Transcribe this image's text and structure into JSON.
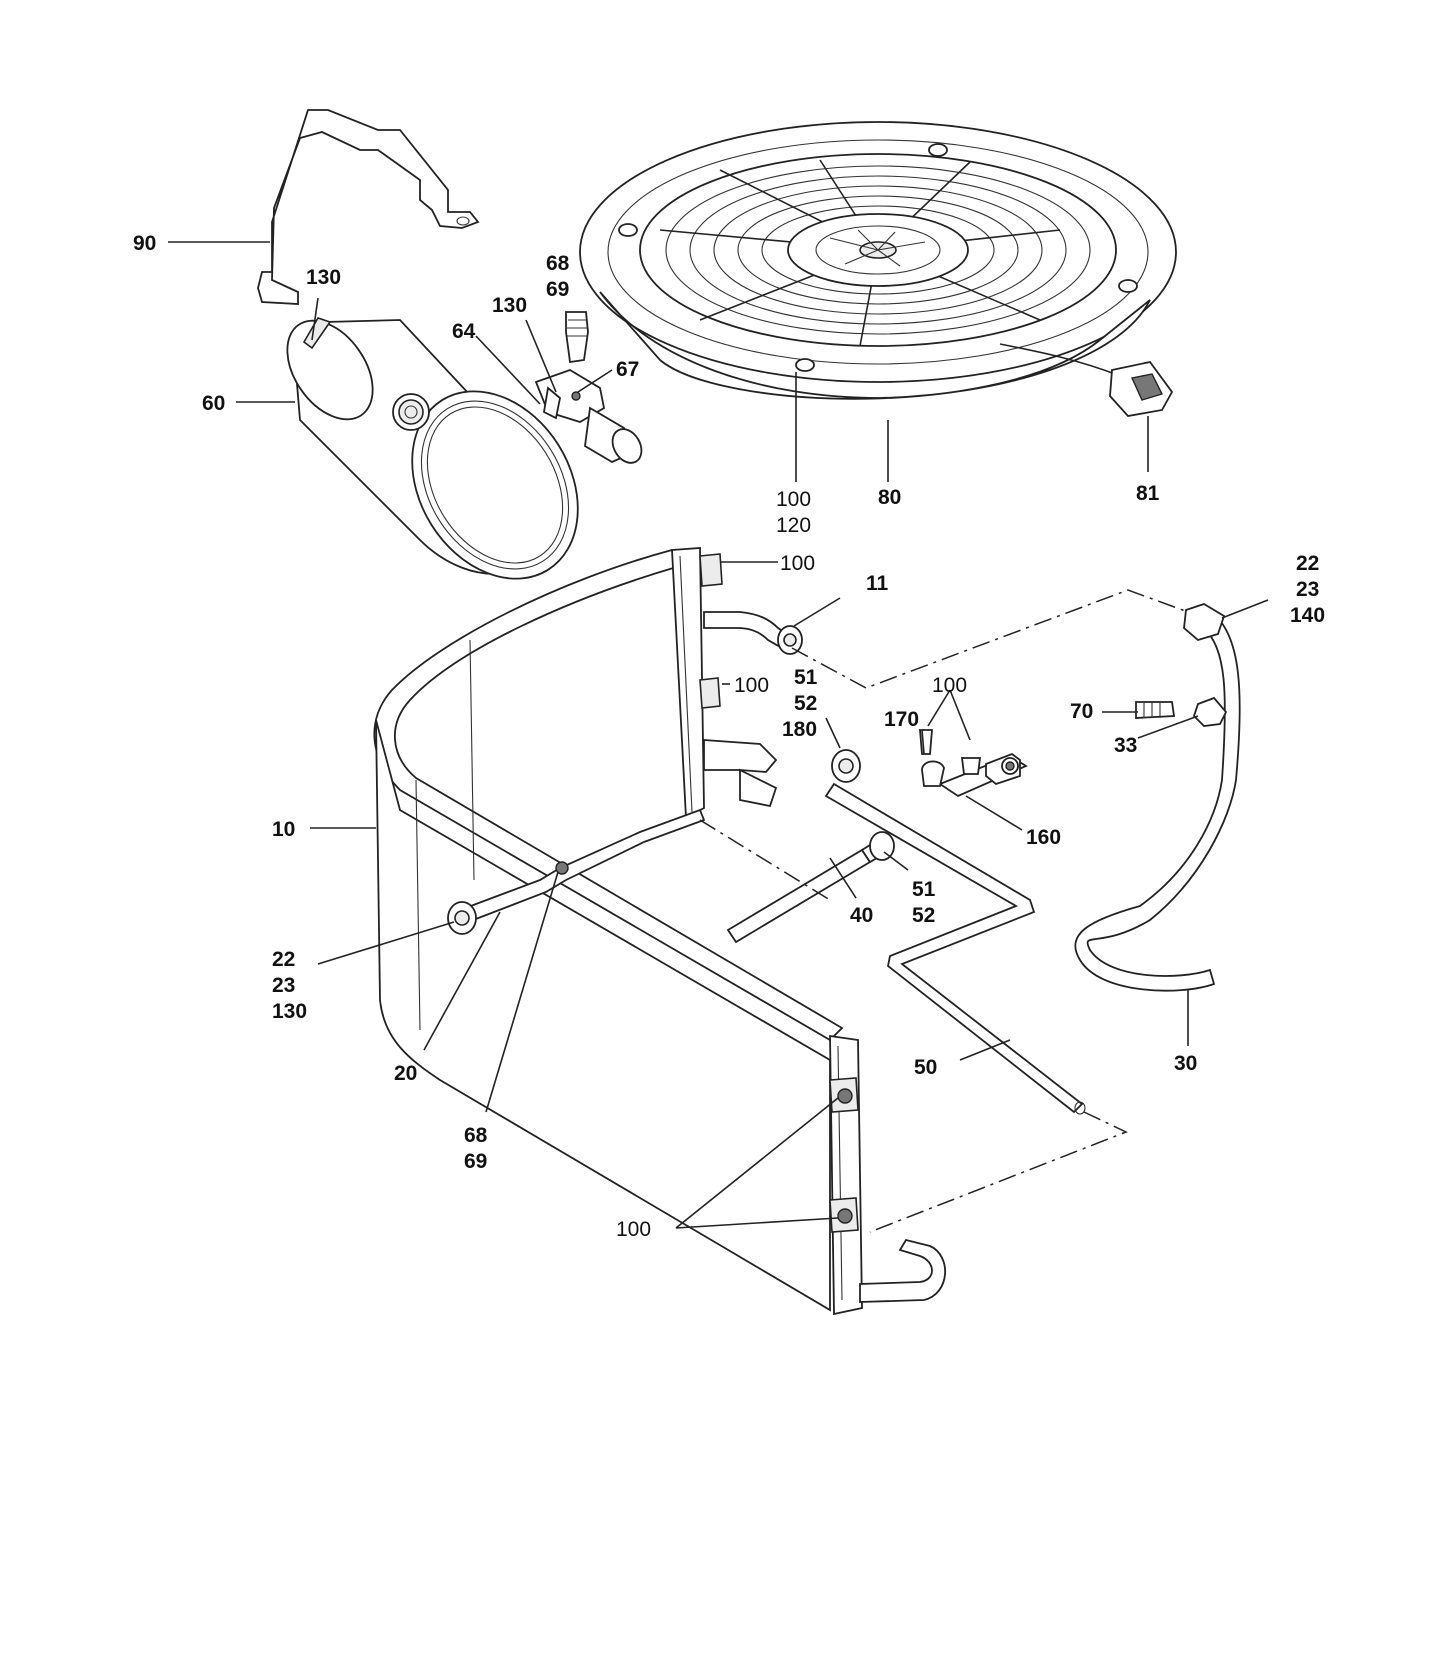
{
  "callouts": {
    "c90": "90",
    "c130a": "130",
    "c68a": "68",
    "c69a": "69",
    "c130b": "130",
    "c64": "64",
    "c67": "67",
    "c60": "60",
    "c100a": "100",
    "c120": "120",
    "c80": "80",
    "c81": "81",
    "c100b": "100",
    "c11": "11",
    "c22a": "22",
    "c23a": "23",
    "c140": "140",
    "c100c": "100",
    "c51a": "51",
    "c52a": "52",
    "c180": "180",
    "c100d": "100",
    "c170": "170",
    "c70": "70",
    "c33": "33",
    "c10": "10",
    "c160": "160",
    "c51b": "51",
    "c52b": "52",
    "c40": "40",
    "c22b": "22",
    "c23b": "23",
    "c130c": "130",
    "c30": "30",
    "c50": "50",
    "c20": "20",
    "c68b": "68",
    "c69b": "69",
    "c100e": "100"
  }
}
